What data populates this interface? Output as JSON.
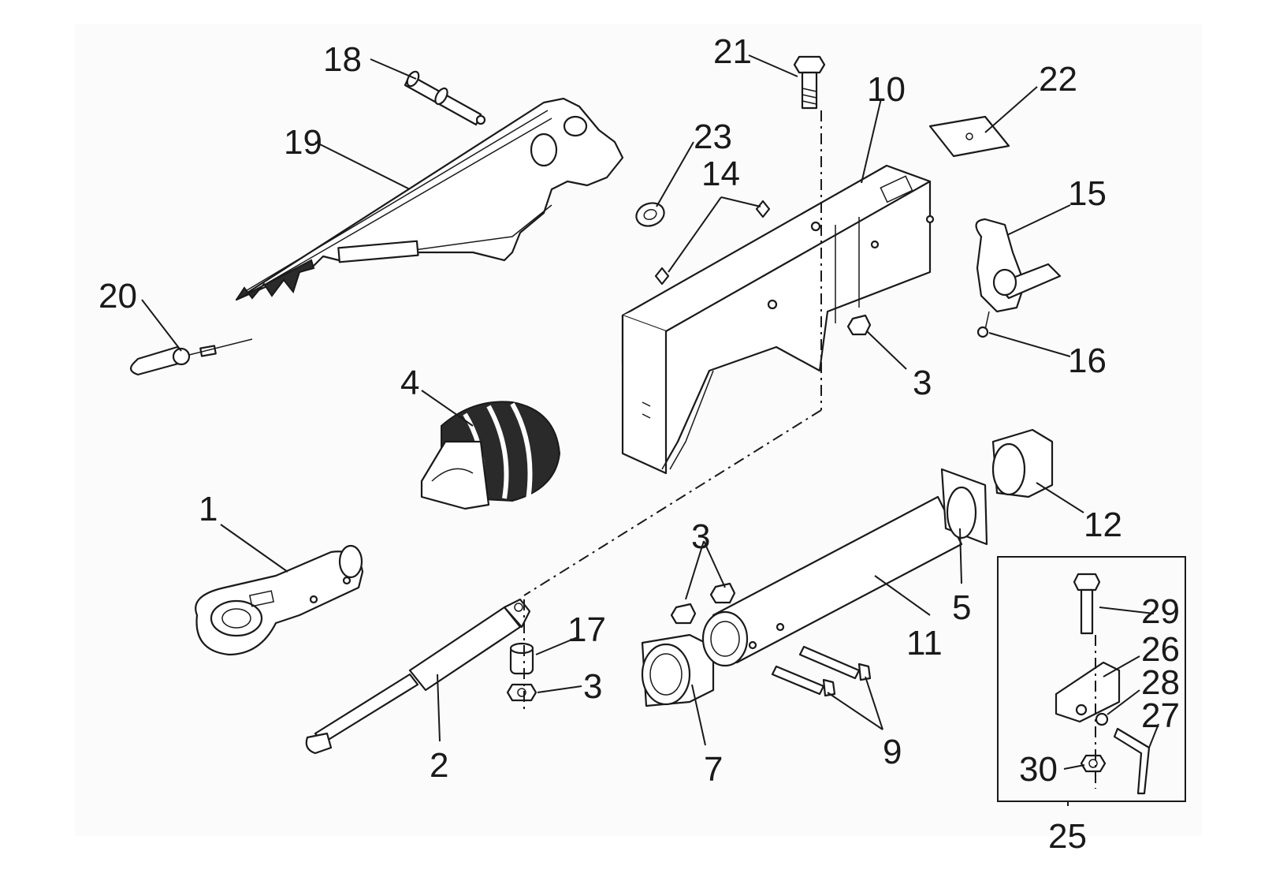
{
  "diagram": {
    "callouts": {
      "c1": "1",
      "c2": "2",
      "c3a": "3",
      "c3b": "3",
      "c3c": "3",
      "c4": "4",
      "c5": "5",
      "c7": "7",
      "c9": "9",
      "c10": "10",
      "c11": "11",
      "c12": "12",
      "c14": "14",
      "c15": "15",
      "c16": "16",
      "c17": "17",
      "c18": "18",
      "c19": "19",
      "c20": "20",
      "c21": "21",
      "c22": "22",
      "c23": "23",
      "c25": "25",
      "c26": "26",
      "c27": "27",
      "c28": "28",
      "c29": "29",
      "c30": "30"
    }
  }
}
